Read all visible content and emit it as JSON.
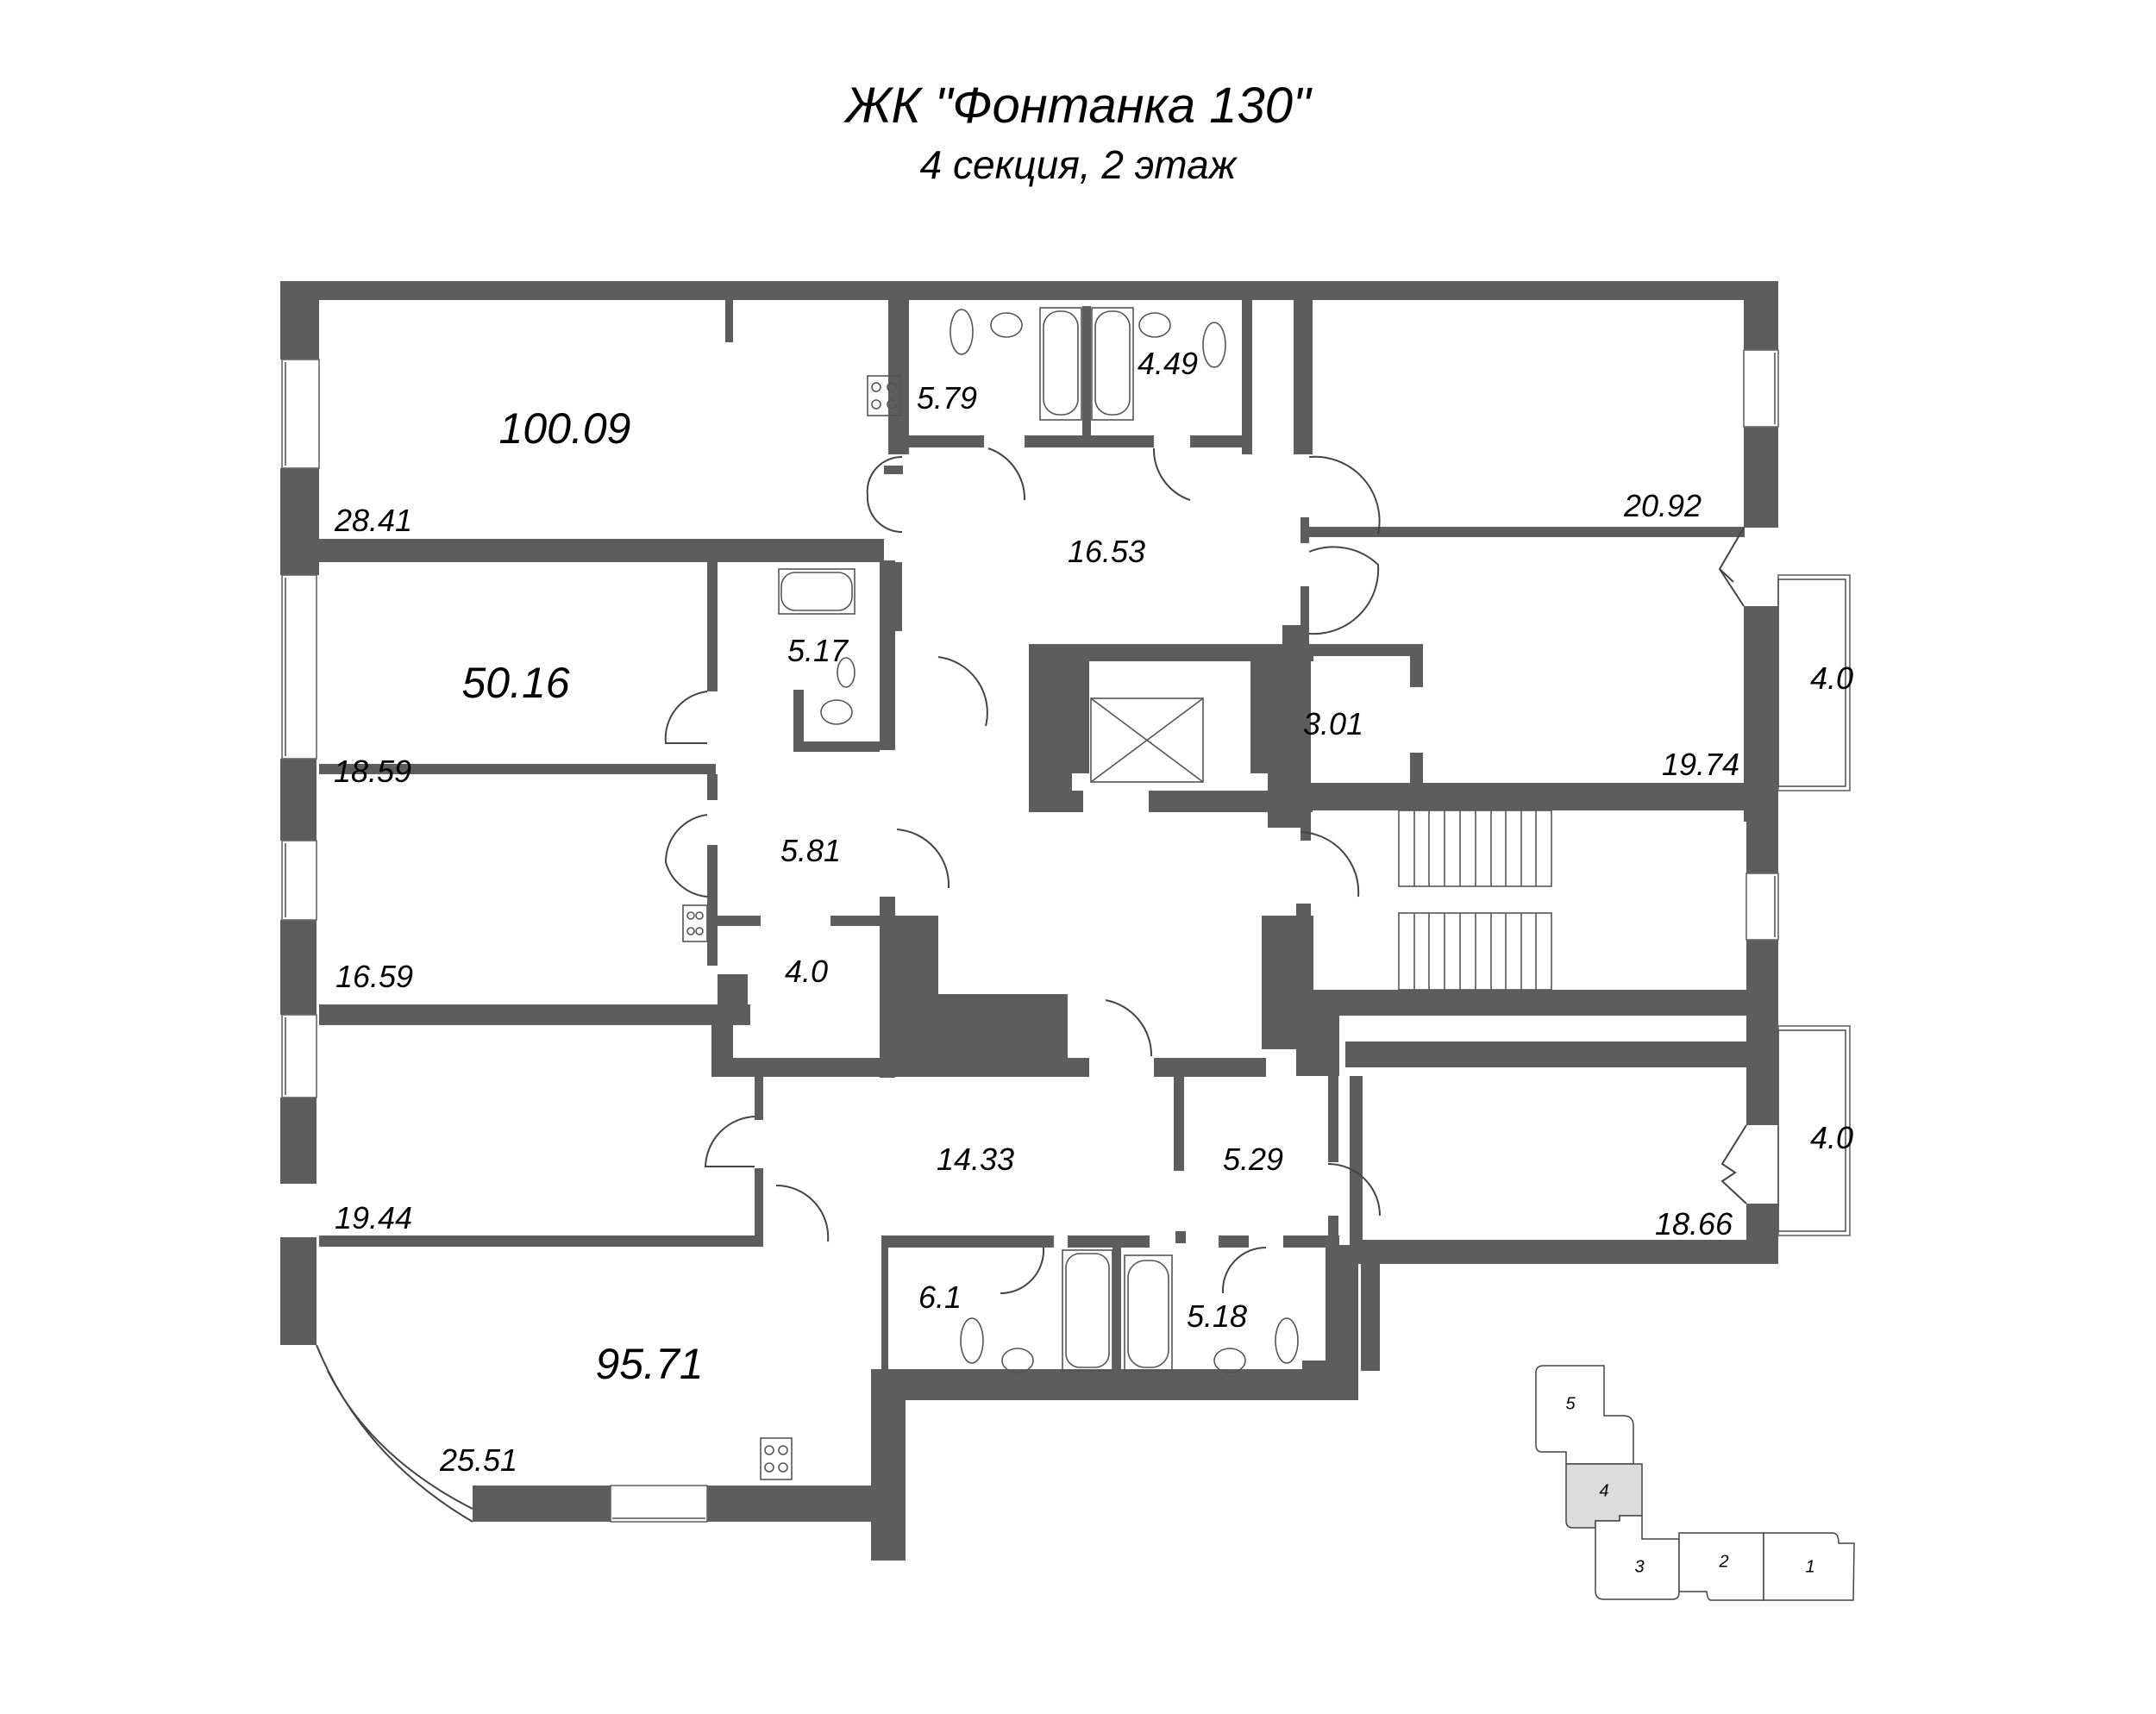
{
  "header": {
    "title": "ЖК \"Фонтанка 130\"",
    "subtitle": "4 секция, 2 этаж"
  },
  "colors": {
    "wall": "#5d5d5d",
    "background": "#ffffff",
    "key_highlight": "#dcdcdc"
  },
  "apartments": [
    {
      "id": "apt-top-left",
      "total_area": "100.09",
      "rooms": [
        "28.41",
        "5.79",
        "4.49",
        "16.53",
        "20.92",
        "19.74",
        "3.01"
      ],
      "balcony": "4.0"
    },
    {
      "id": "apt-middle-left",
      "total_area": "50.16",
      "rooms": [
        "18.59",
        "5.17",
        "5.81",
        "16.59",
        "4.0"
      ]
    },
    {
      "id": "apt-bottom",
      "total_area": "95.71",
      "rooms": [
        "19.44",
        "14.33",
        "5.29",
        "25.51",
        "6.1",
        "5.18",
        "18.66"
      ],
      "balcony": "4.0"
    }
  ],
  "labels": {
    "total_100": "100.09",
    "room_28_41": "28.41",
    "room_5_79": "5.79",
    "room_4_49": "4.49",
    "room_16_53": "16.53",
    "room_20_92": "20.92",
    "total_50": "50.16",
    "room_5_17": "5.17",
    "room_18_59": "18.59",
    "room_3_01": "3.01",
    "room_19_74": "19.74",
    "balcony_top": "4.0",
    "room_5_81": "5.81",
    "room_16_59": "16.59",
    "room_4_0": "4.0",
    "room_14_33": "14.33",
    "room_5_29": "5.29",
    "balcony_bottom": "4.0",
    "room_19_44": "19.44",
    "room_18_66": "18.66",
    "room_6_1": "6.1",
    "room_5_18": "5.18",
    "total_95": "95.71",
    "room_25_51": "25.51"
  },
  "key_plan": {
    "sections": [
      {
        "label": "5",
        "highlighted": false
      },
      {
        "label": "4",
        "highlighted": true
      },
      {
        "label": "3",
        "highlighted": false
      },
      {
        "label": "2",
        "highlighted": false
      },
      {
        "label": "1",
        "highlighted": false
      }
    ]
  }
}
